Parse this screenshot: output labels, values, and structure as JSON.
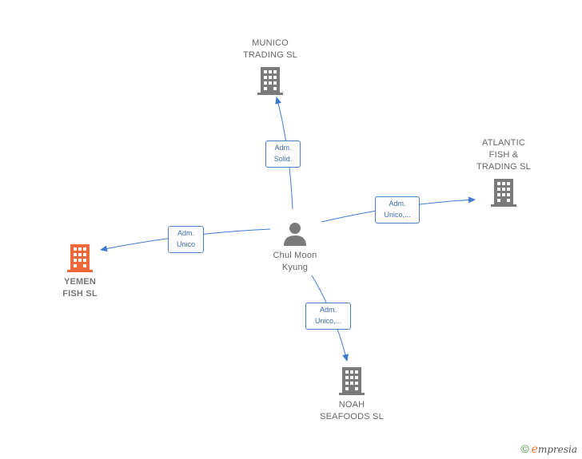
{
  "colors": {
    "edge": "#3d7bd1",
    "company_icon": "#7a7a7a",
    "focus_icon": "#f0673b",
    "person_icon": "#7a7a7a",
    "label_border": "#4a7fc4"
  },
  "person": {
    "name": "Chul Moon\nKyung",
    "icon": "person-icon"
  },
  "companies": [
    {
      "id": "munico",
      "name": "MUNICO\nTRADING  SL",
      "icon": "building-icon"
    },
    {
      "id": "atlantic",
      "name": "ATLANTIC\nFISH &\nTRADING  SL",
      "icon": "building-icon"
    },
    {
      "id": "yemen",
      "name": "YEMEN\nFISH  SL",
      "icon": "building-icon",
      "focus": true
    },
    {
      "id": "noah",
      "name": "NOAH\nSEAFOODS SL",
      "icon": "building-icon"
    }
  ],
  "relations": [
    {
      "to": "munico",
      "label": "Adm.\nSolid."
    },
    {
      "to": "atlantic",
      "label": "Adm.\nUnico,..."
    },
    {
      "to": "yemen",
      "label": "Adm.\nUnico"
    },
    {
      "to": "noah",
      "label": "Adm.\nUnico,..."
    }
  ],
  "footer": {
    "copyright": "©",
    "brand_initial": "e",
    "brand_rest": "mpresia"
  }
}
